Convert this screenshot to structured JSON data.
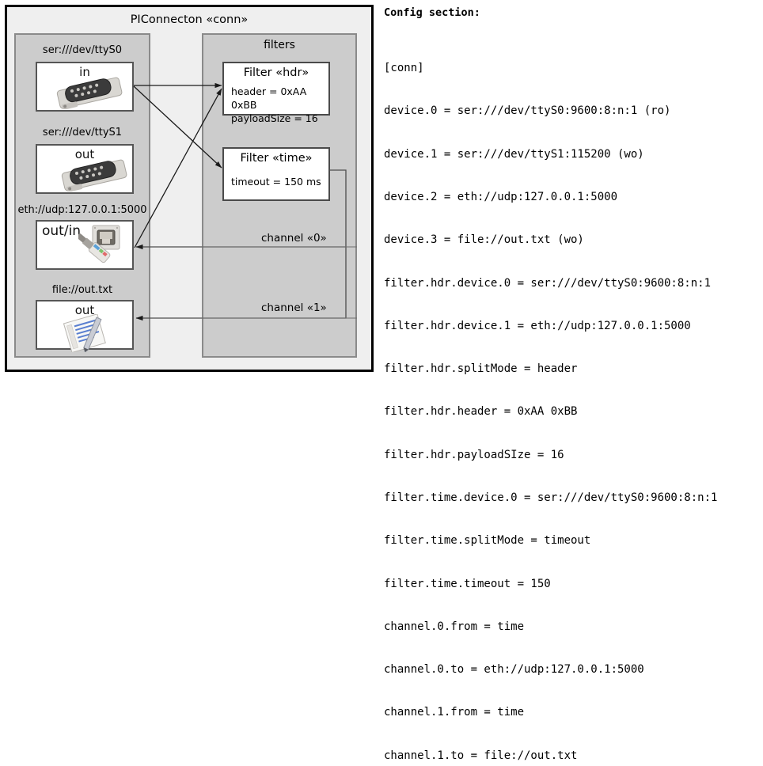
{
  "diagram": {
    "outer_title": "PIConnecton «conn»",
    "devices_group_title": "",
    "filters_group_title": "filters",
    "devices": [
      {
        "label": "ser:///dev/ttyS0",
        "direction": "in",
        "icon": "serial-port-icon"
      },
      {
        "label": "ser:///dev/ttyS1",
        "direction": "out",
        "icon": "serial-port-icon"
      },
      {
        "label": "eth://udp:127.0.0.1:5000",
        "direction": "out/in",
        "icon": "ethernet-socket-icon"
      },
      {
        "label": "file://out.txt",
        "direction": "out",
        "icon": "text-file-icon"
      }
    ],
    "filters": [
      {
        "title": "Filter «hdr»",
        "attrs": [
          "header = 0xAA 0xBB",
          "payloadSize = 16"
        ]
      },
      {
        "title": "Filter «time»",
        "attrs": [
          "timeout = 150 ms"
        ]
      }
    ],
    "channels": [
      {
        "label": "channel «0»"
      },
      {
        "label": "channel «1»"
      }
    ],
    "colors": {
      "outer_background": "#efefef",
      "group_background": "#cccccc",
      "box_background": "#ffffff",
      "border": "#000000",
      "group_border": "#8a8a8a"
    }
  },
  "config": {
    "heading": "Config section:",
    "lines": [
      "[conn]",
      "device.0 = ser:///dev/ttyS0:9600:8:n:1 (ro)",
      "device.1 = ser:///dev/ttyS1:115200 (wo)",
      "device.2 = eth://udp:127.0.0.1:5000",
      "device.3 = file://out.txt (wo)",
      "filter.hdr.device.0 = ser:///dev/ttyS0:9600:8:n:1",
      "filter.hdr.device.1 = eth://udp:127.0.0.1:5000",
      "filter.hdr.splitMode = header",
      "filter.hdr.header = 0xAA 0xBB",
      "filter.hdr.payloadSIze = 16",
      "filter.time.device.0 = ser:///dev/ttyS0:9600:8:n:1",
      "filter.time.splitMode = timeout",
      "filter.time.timeout = 150",
      "channel.0.from = time",
      "channel.0.to = eth://udp:127.0.0.1:5000",
      "channel.1.from = time",
      "channel.1.to = file://out.txt"
    ]
  }
}
